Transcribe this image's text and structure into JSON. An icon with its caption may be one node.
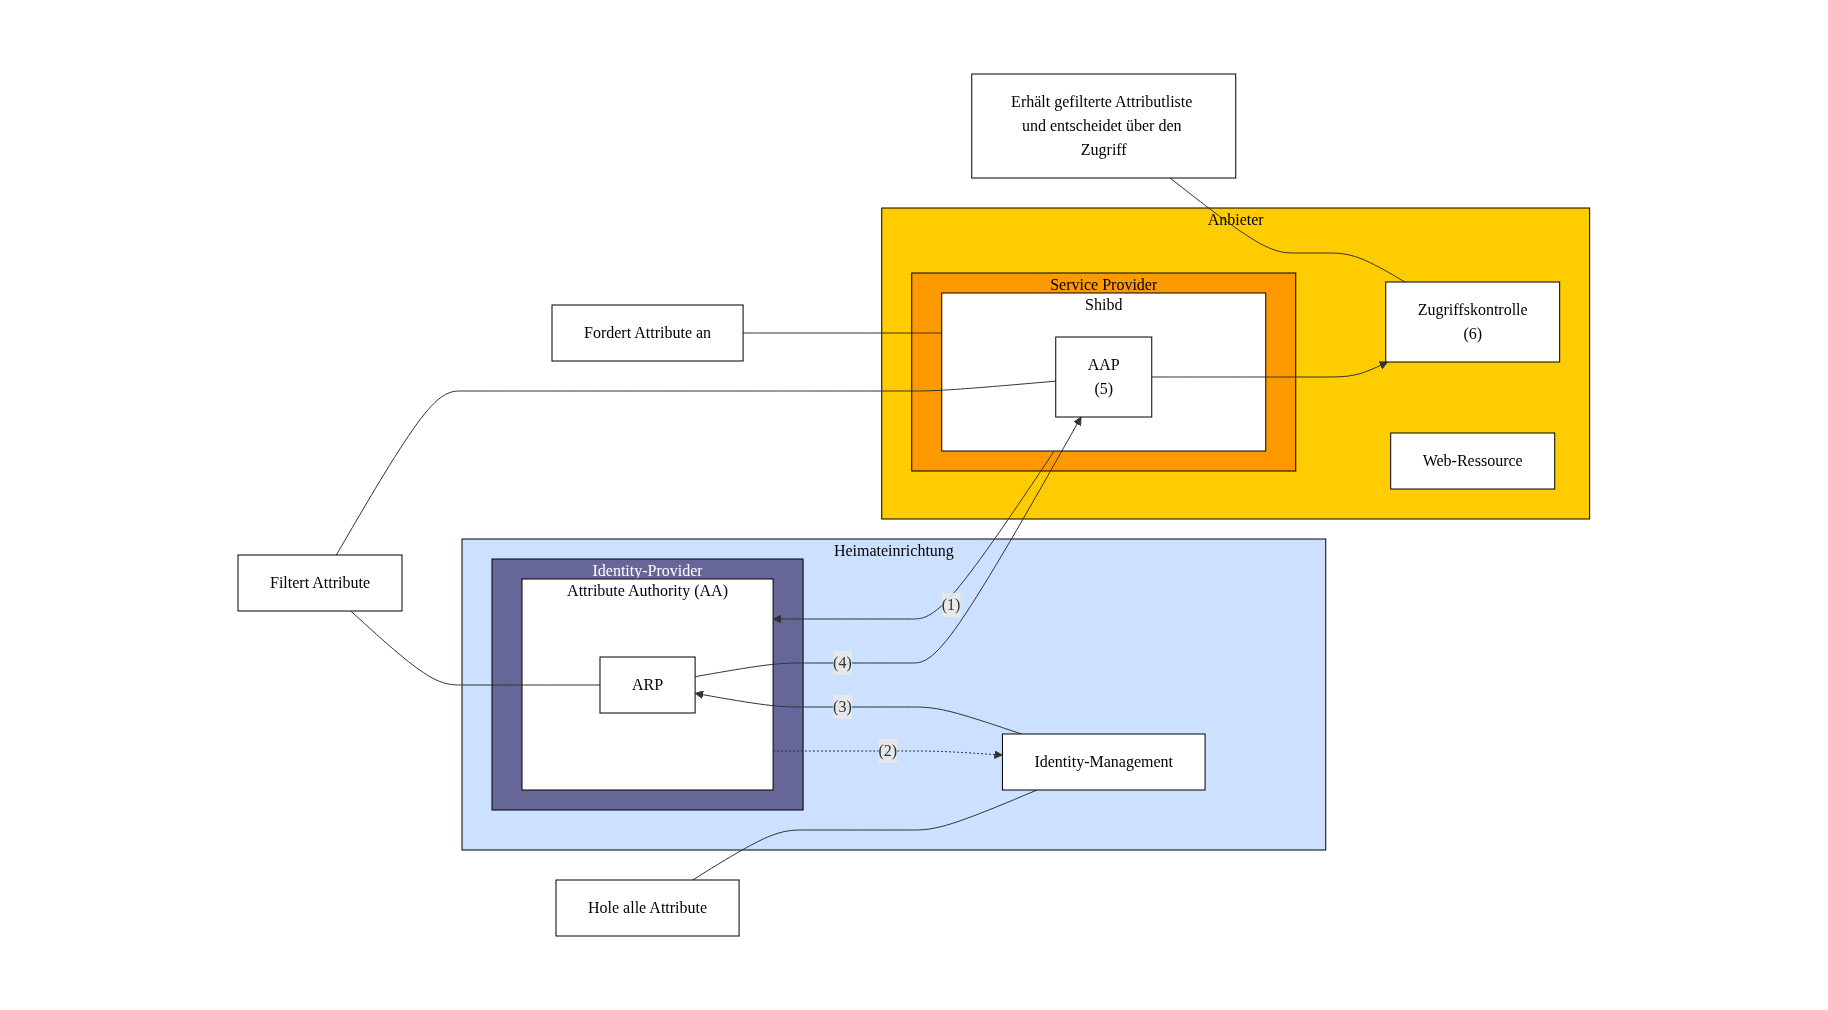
{
  "diagram": {
    "nodes": [
      {
        "text": [
          "Heimateinrichtung"
        ]
      },
      {
        "text": [
          "Identity-Provider"
        ],
        "in": 0
      },
      {
        "text": [
          "Attribute Authority (AA)"
        ],
        "in": 1
      },
      {
        "text": [
          "ARP"
        ],
        "in": 2
      },
      {
        "text": [
          "Identity-Management"
        ],
        "in": 0
      },
      {
        "text": [
          "Anbieter"
        ]
      },
      {
        "text": [
          "Service Provider"
        ],
        "in": 5
      },
      {
        "text": [
          "Shibd"
        ],
        "in": 6
      },
      {
        "text": [
          "AAP",
          "(5)"
        ],
        "in": 7
      },
      {
        "text": [
          "Zugriffskontrolle",
          "(6)"
        ],
        "in": 5
      },
      {
        "text": [
          "Web-Ressource"
        ],
        "in": 5
      },
      {
        "text": [
          "Fordert Attribute an"
        ]
      },
      {
        "text": [
          "Filtert Attribute"
        ]
      },
      {
        "text": [
          "Hole alle Attribute"
        ]
      },
      {
        "text": [
          "Erhält gefilterte Attributliste und entscheidet über den Zugriff"
        ]
      }
    ],
    "edges": [
      {
        "from": 7,
        "to": 2,
        "arrow": "to",
        "label": "(1)"
      },
      {
        "from": 2,
        "to": 4,
        "arrow": "to",
        "label": "(2)",
        "style": "dashed"
      },
      {
        "from": 4,
        "to": 3,
        "arrow": "to",
        "label": "(3)"
      },
      {
        "from": 3,
        "to": 8,
        "arrow": "to",
        "label": "(4)"
      },
      {
        "from": 8,
        "to": 9,
        "arrow": "to"
      },
      {
        "from": 11,
        "to": 7,
        "arrow": "none"
      },
      {
        "from": 12,
        "to": 3,
        "arrow": "none"
      },
      {
        "from": 12,
        "to": 8,
        "arrow": "none"
      },
      {
        "from": 13,
        "to": 4,
        "arrow": "none"
      },
      {
        "from": 14,
        "to": 9,
        "arrow": "none"
      }
    ]
  }
}
